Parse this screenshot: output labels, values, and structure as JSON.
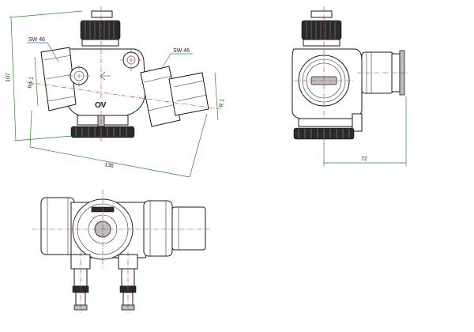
{
  "drawing": {
    "views": [
      "front",
      "side",
      "top"
    ],
    "labels": {
      "sw_left": "SW 46",
      "sw_right": "SW 46",
      "rp1": "Rp 1",
      "r1": "R 1",
      "ov": "OV",
      "dim_height": "107",
      "dim_length": "136",
      "dim_depth": "72"
    },
    "colors": {
      "outline": "#1a1a1a",
      "dimension": "#2c8a2c",
      "leader": "#2a6fd6",
      "centerline": "#d03030"
    }
  }
}
